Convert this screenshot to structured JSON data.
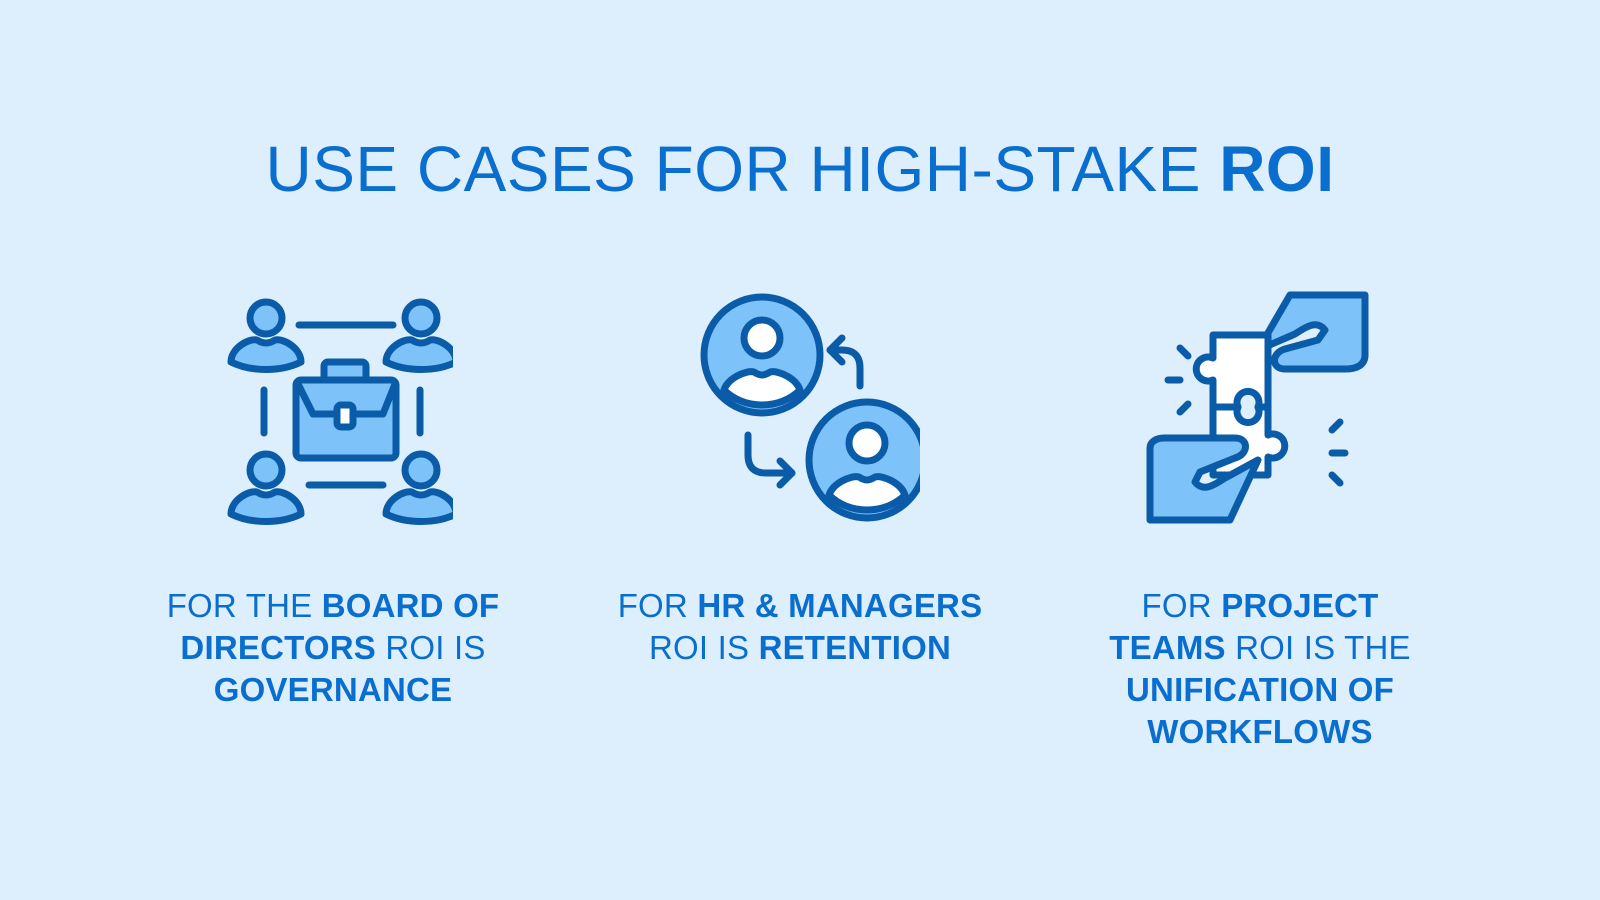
{
  "title": {
    "regular": "USE CASES FOR HIGH-STAKE ",
    "bold": "ROI"
  },
  "colors": {
    "background": "#DDEEFC",
    "text": "#0A6ECF",
    "icon_stroke": "#0B5CA8",
    "icon_fill": "#7DC2F9",
    "icon_white": "#FFFFFF"
  },
  "cards": [
    {
      "icon": "board-meeting-briefcase-icon",
      "parts": [
        {
          "text": "FOR THE ",
          "bold": false
        },
        {
          "text": "BOARD OF DIRECTORS",
          "bold": true
        },
        {
          "text": " ROI IS ",
          "bold": false
        },
        {
          "text": "GOVERNANCE",
          "bold": true
        }
      ],
      "p0": "FOR THE ",
      "p1": "BOARD OF",
      "p2": "DIRECTORS",
      "p3": " ROI IS",
      "p4": "GOVERNANCE"
    },
    {
      "icon": "people-exchange-icon",
      "p0": "FOR ",
      "p1": "HR & MANAGERS",
      "p2": "ROI IS ",
      "p3": "RETENTION"
    },
    {
      "icon": "puzzle-hands-icon",
      "p0": "FOR ",
      "p1": "PROJECT",
      "p2": "TEAMS",
      "p3": " ROI IS THE",
      "p4": "UNIFICATION OF",
      "p5": "WORKFLOWS"
    }
  ]
}
